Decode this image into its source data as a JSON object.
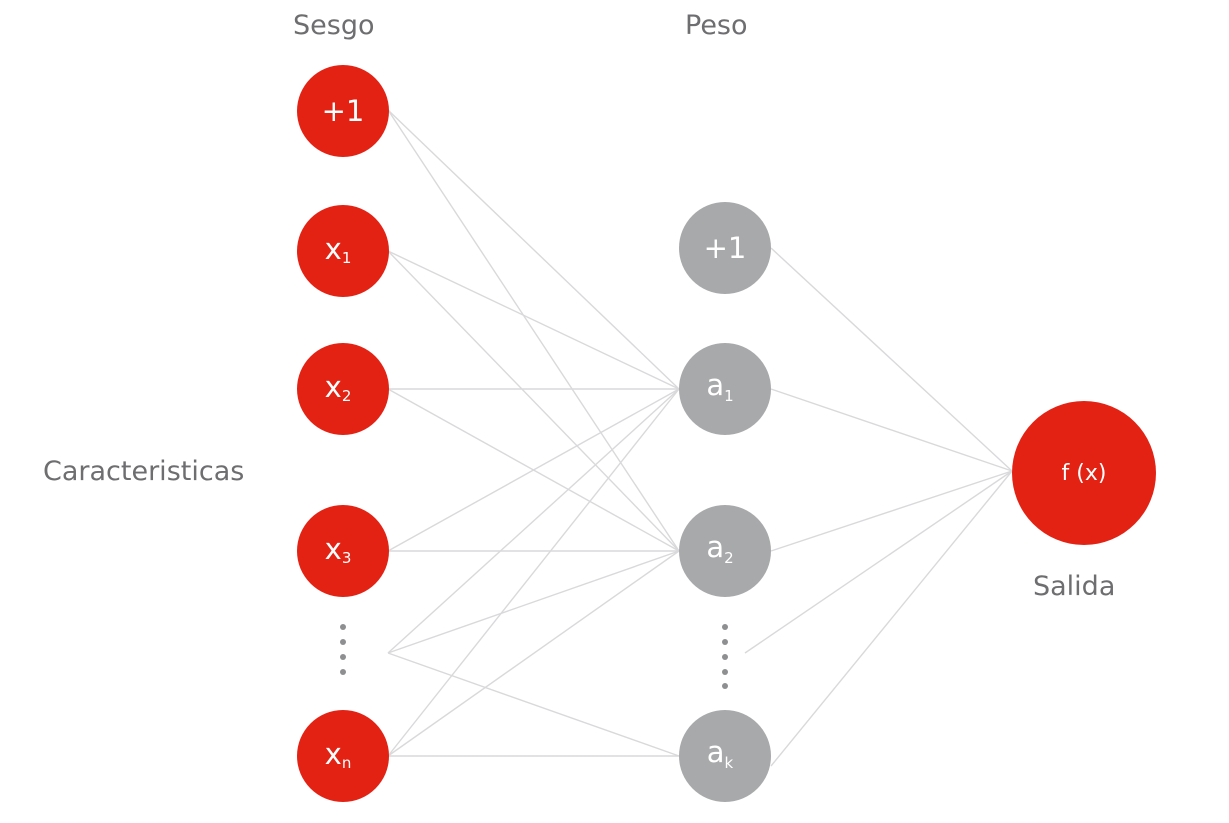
{
  "headers": {
    "bias": "Sesgo",
    "weight": "Peso"
  },
  "labels": {
    "features": "Caracteristicas",
    "output": "Salida"
  },
  "input_nodes": [
    {
      "main": "+1",
      "sub": ""
    },
    {
      "main": "x",
      "sub": "1"
    },
    {
      "main": "x",
      "sub": "2"
    },
    {
      "main": "x",
      "sub": "3"
    },
    {
      "main": "x",
      "sub": "n"
    }
  ],
  "hidden_nodes": [
    {
      "main": "+1",
      "sub": ""
    },
    {
      "main": "a",
      "sub": "1"
    },
    {
      "main": "a",
      "sub": "2"
    },
    {
      "main": "a",
      "sub": "k"
    }
  ],
  "output_node": {
    "main": "f (x)",
    "sub": ""
  },
  "colors": {
    "input_fill": "#e32214",
    "hidden_fill": "#a8a9ab",
    "output_fill": "#e32214",
    "edge": "#d9d9db",
    "label_text": "#6e6e70"
  }
}
